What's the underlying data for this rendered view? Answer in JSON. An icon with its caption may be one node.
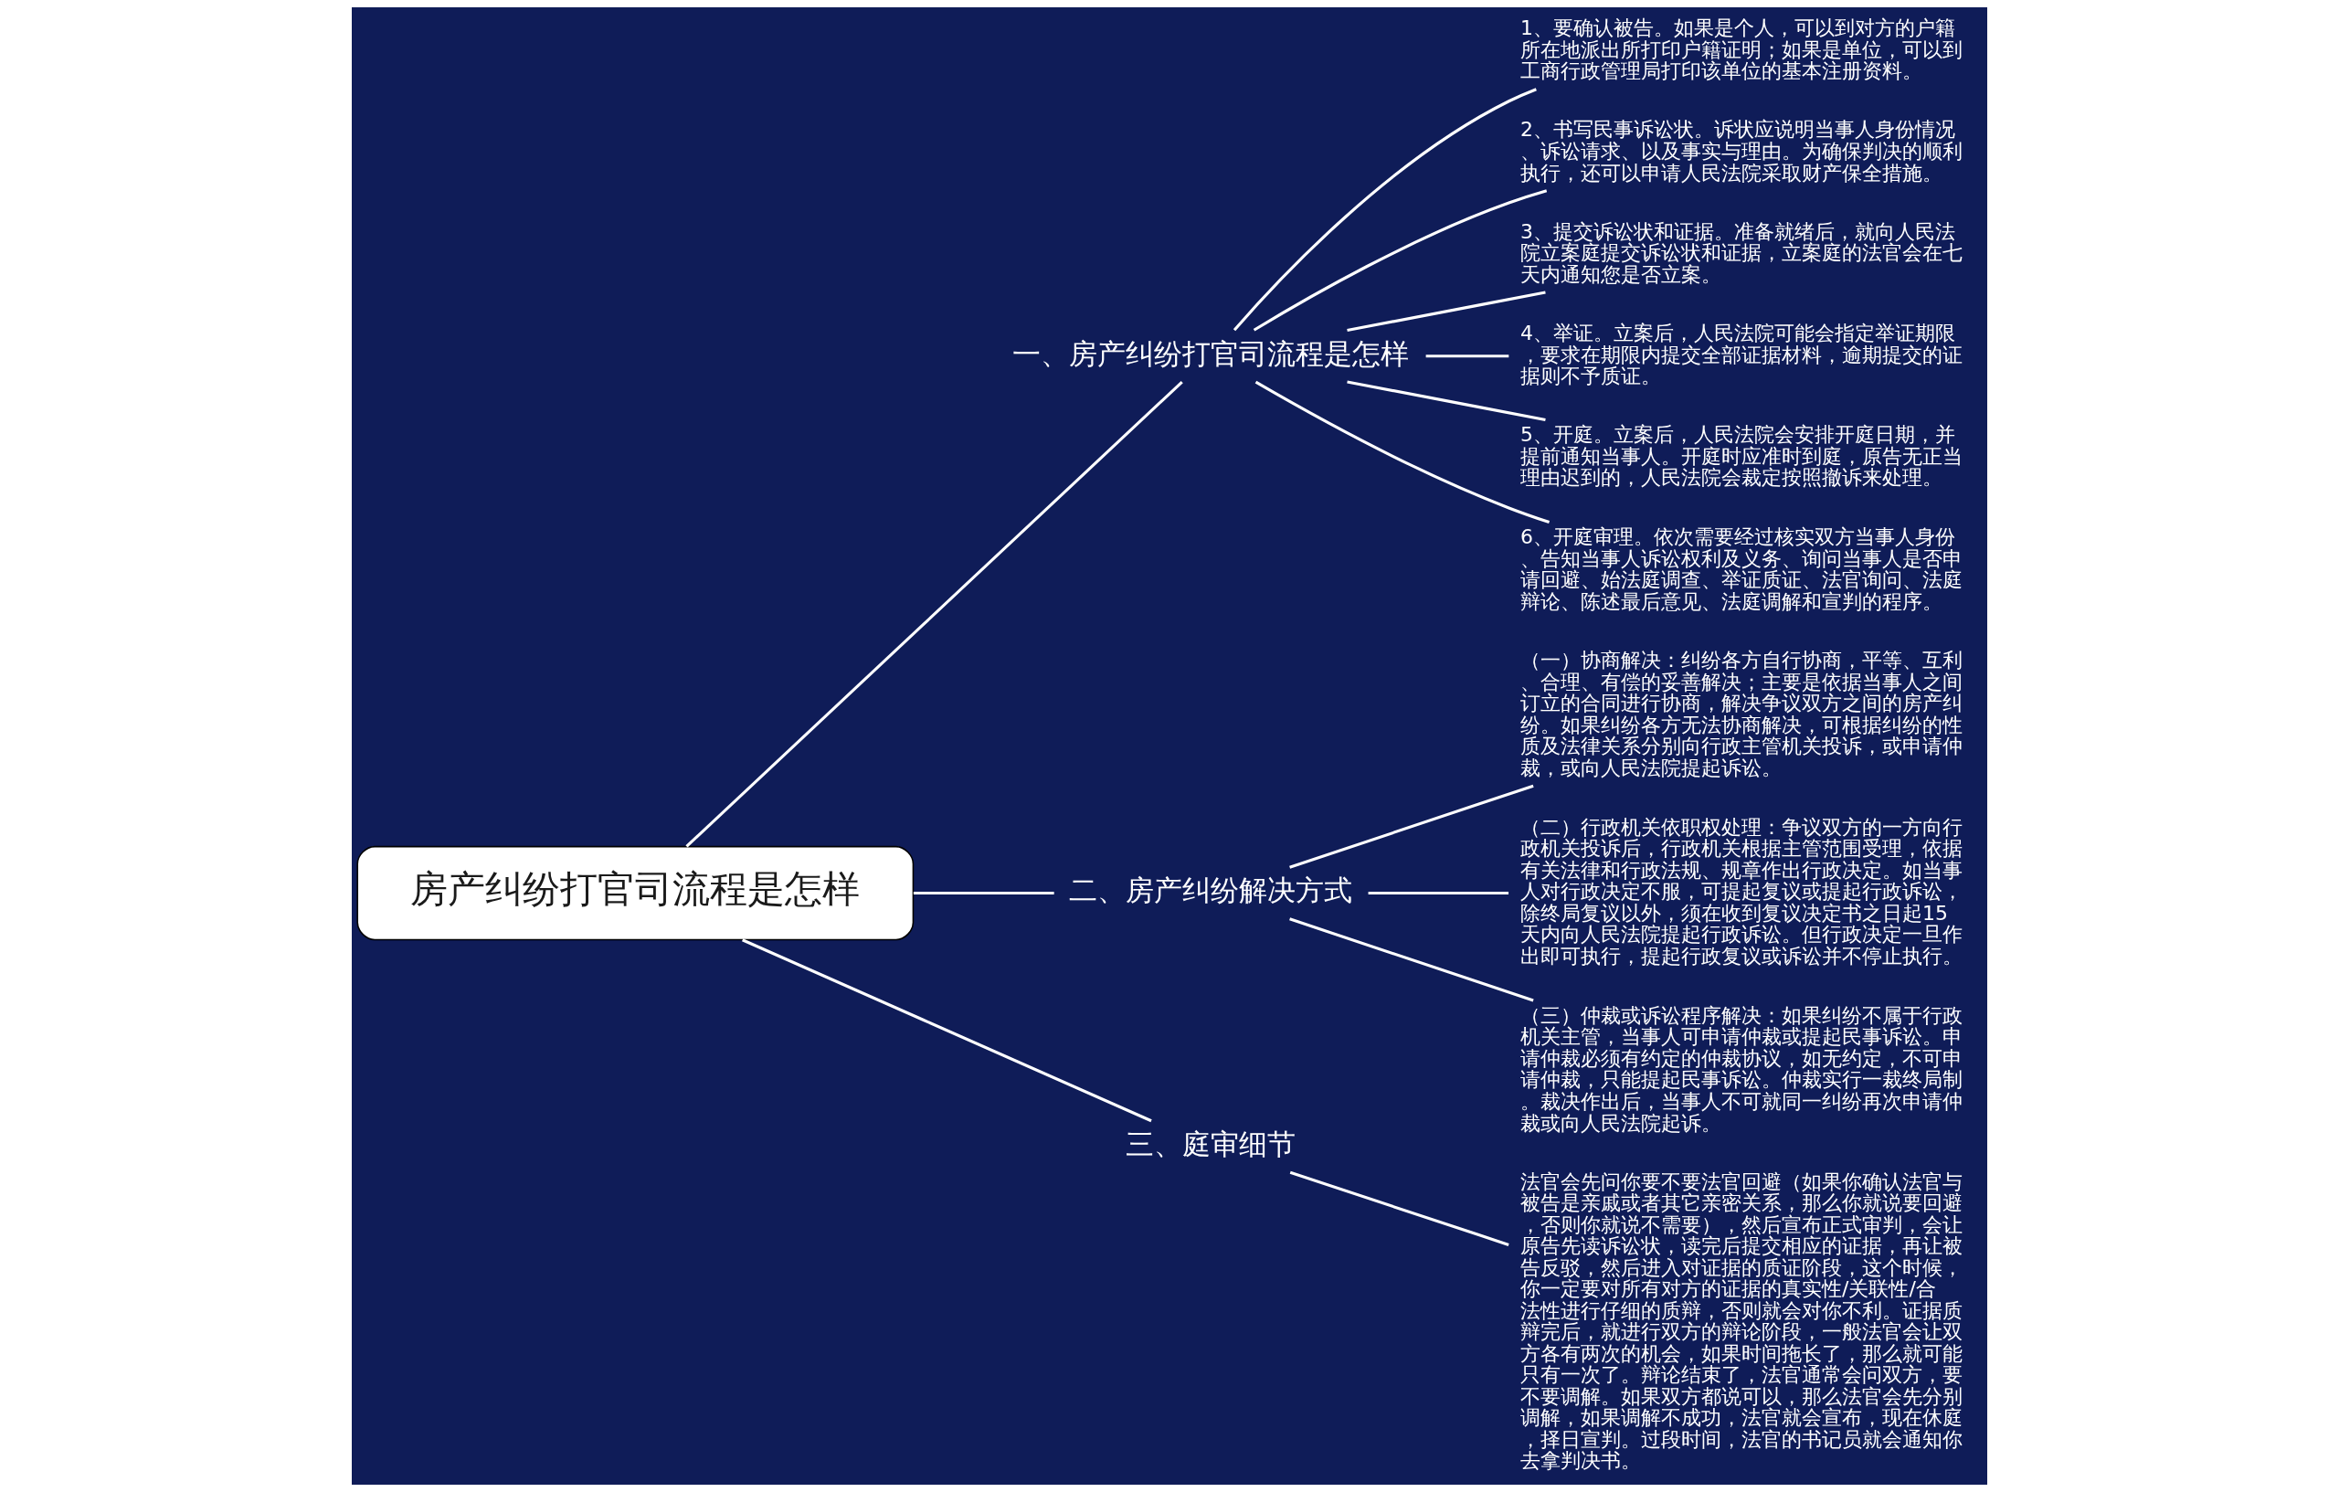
{
  "diagram": {
    "nodes": [
      {
        "text": [
          "房产纠纷打官司流程是怎样"
        ]
      },
      {
        "text": [
          "一、房产纠纷打官司流程是怎样"
        ]
      },
      {
        "text": [
          "1、要确认被告。如果是个人，可以到对方的户籍所在地派出所打印户籍证明；如果是单位，可以到工商行政管理局打印该单位的基本注册资料。"
        ]
      },
      {
        "text": [
          "2、书写民事诉讼状。诉状应说明当事人身份情况、诉讼请求、以及事实与理由。为确保判决的顺利执行，还可以申请人民法院采取财产保全措施。"
        ]
      },
      {
        "text": [
          "3、提交诉讼状和证据。准备就绪后，就向人民法院立案庭提交诉讼状和证据，立案庭的法官会在七天内通知您是否立案。"
        ]
      },
      {
        "text": [
          "4、举证。立案后，人民法院可能会指定举证期限，要求在期限内提交全部证据材料，逾期提交的证据则不予质证。"
        ]
      },
      {
        "text": [
          "5、开庭。立案后，人民法院会安排开庭日期，并提前通知当事人。开庭时应准时到庭，原告无正当理由迟到的，人民法院会裁定按照撤诉来处理。"
        ]
      },
      {
        "text": [
          "6、开庭审理。依次需要经过核实双方当事人身份、告知当事人诉讼权利及义务、询问当事人是否申请回避、始法庭调查、举证质证、法官询问、法庭辩论、陈述最后意见、法庭调解和宣判的程序。"
        ]
      },
      {
        "text": [
          "二、房产纠纷解决方式"
        ]
      },
      {
        "text": [
          "（一）协商解决：纠纷各方自行协商，平等、互利、合理、有偿的妥善解决；主要是依据当事人之间订立的合同进行协商，解决争议双方之间的房产纠纷。如果纠纷各方无法协商解决，可根据纠纷的性质及法律关系分别向行政主管机关投诉，或申请仲裁，或向人民法院提起诉讼。"
        ]
      },
      {
        "text": [
          "（二）行政机关依职权处理：争议双方的一方向行政机关投诉后，行政机关根据主管范围受理，依据有关法律和行政法规、规章作出行政决定。如当事人对行政决定不服，可提起复议或提起行政诉讼，除终局复议以外，须在收到复议决定书之日起15天内向人民法院提起行政诉讼。但行政决定一旦作出即可执行，提起行政复议或诉讼并不停止执行。"
        ]
      },
      {
        "text": [
          "（三）仲裁或诉讼程序解决：如果纠纷不属于行政机关主管，当事人可申请仲裁或提起民事诉讼。申请仲裁必须有约定的仲裁协议，如无约定，不可申请仲裁，只能提起民事诉讼。仲裁实行一裁终局制。裁决作出后，当事人不可就同一纠纷再次申请仲裁或向人民法院起诉。"
        ]
      },
      {
        "text": [
          "三、庭审细节"
        ]
      },
      {
        "text": [
          "法官会先问你要不要法官回避（如果你确认法官与被告是亲戚或者其它亲密关系，那么你就说要回避，否则你就说不需要），然后宣布正式审判，会让原告先读诉讼状，读完后提交相应的证据，再让被告反驳，然后进入对证据的质证阶段，这个时候，你一定要对所有对方的证据的真实性/关联性/合法性进行仔细的质辩，否则就会对你不利。证据质辩完后，就进行双方的辩论阶段，一般法官会让双方各有两次的机会，如果时间拖长了，那么就可能只有一次了。辩论结束了，法官通常会问双方，要不要调解。如果双方都说可以，那么法官会先分别调解，如果调解不成功，法官就会宣布，现在休庭，择日宣判。过段时间，法官的书记员就会通知你去拿判决书。"
        ]
      }
    ],
    "edges": [
      {
        "from": 0,
        "to": 1,
        "arrow": "none"
      },
      {
        "from": 1,
        "to": 2,
        "arrow": "none"
      },
      {
        "from": 1,
        "to": 3,
        "arrow": "none"
      },
      {
        "from": 1,
        "to": 4,
        "arrow": "none"
      },
      {
        "from": 1,
        "to": 5,
        "arrow": "none"
      },
      {
        "from": 1,
        "to": 6,
        "arrow": "none"
      },
      {
        "from": 1,
        "to": 7,
        "arrow": "none"
      },
      {
        "from": 0,
        "to": 8,
        "arrow": "none"
      },
      {
        "from": 8,
        "to": 9,
        "arrow": "none"
      },
      {
        "from": 8,
        "to": 10,
        "arrow": "none"
      },
      {
        "from": 8,
        "to": 11,
        "arrow": "none"
      },
      {
        "from": 0,
        "to": 12,
        "arrow": "none"
      },
      {
        "from": 12,
        "to": 13,
        "arrow": "none"
      }
    ]
  }
}
